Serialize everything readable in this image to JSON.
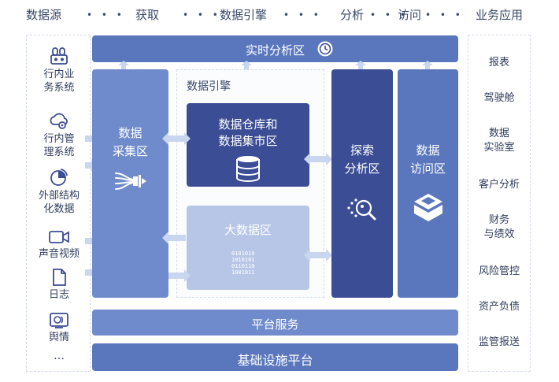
{
  "header": {
    "data_source": "数据源",
    "acquire": "获取",
    "data_engine": "数据引擎",
    "analyze": "分析",
    "access": "访问",
    "business_apps": "业务应用",
    "dots": "• • •"
  },
  "sources": {
    "items": [
      {
        "label": "行内业\n务系统",
        "icon": "database-group-icon"
      },
      {
        "label": "行内管\n理系统",
        "icon": "cloud-gear-icon"
      },
      {
        "label": "外部结构\n化数据",
        "icon": "pie-chart-icon"
      },
      {
        "label": "声音视频",
        "icon": "video-camera-icon"
      },
      {
        "label": "日志",
        "icon": "document-icon"
      },
      {
        "label": "舆情",
        "icon": "signal-monitor-icon"
      }
    ],
    "more": "…"
  },
  "realtime_bar": {
    "label": "实时分析区",
    "icon": "clock-icon"
  },
  "collection": {
    "label_line1": "数据",
    "label_line2": "采集区",
    "icon": "funnel-stream-icon"
  },
  "engine": {
    "title": "数据引擎",
    "warehouse": {
      "line1": "数据仓库和",
      "line2": "数据集市区",
      "icon": "database-cylinder-icon"
    },
    "bigdata": {
      "label": "大数据区",
      "icon": "binary-data-icon"
    }
  },
  "explore": {
    "label_line1": "探索",
    "label_line2": "分析区",
    "icon": "magnifier-dots-icon"
  },
  "access_col": {
    "label_line1": "数据",
    "label_line2": "访问区",
    "icon": "cube-stack-icon"
  },
  "platform_service": {
    "label": "平台服务"
  },
  "infrastructure": {
    "label": "基础设施平台"
  },
  "business": {
    "items": [
      "报表",
      "驾驶舱",
      "数据\n实验室",
      "客户分析",
      "财务\n与绩效",
      "风险管控",
      "资产负债",
      "监管报送"
    ]
  },
  "colors": {
    "dark_navy": "#3b4d94",
    "mid_blue": "#5a77bd",
    "light_blue": "#6f8bcc",
    "pale_blue": "#b7c6e6",
    "arrow": "#c9d6f0"
  }
}
